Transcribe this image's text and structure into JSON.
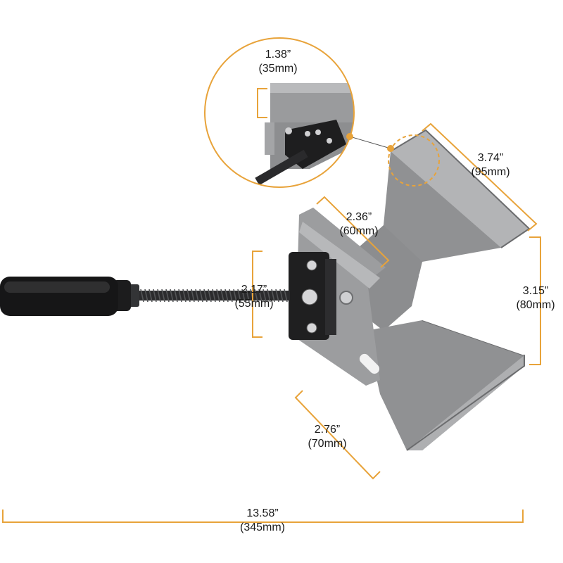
{
  "accent_color": "#E8A33A",
  "product_color": "#8E8F91",
  "dimensions": {
    "jaw_depth": {
      "imperial": "1.38”",
      "metric": "(35mm)"
    },
    "arm_length": {
      "imperial": "3.74”",
      "metric": "(95mm)"
    },
    "clamp_width": {
      "imperial": "2.36”",
      "metric": "(60mm)"
    },
    "clamp_height": {
      "imperial": "2.17”",
      "metric": "(55mm)"
    },
    "arm_height": {
      "imperial": "3.15”",
      "metric": "(80mm)"
    },
    "lower_arm": {
      "imperial": "2.76”",
      "metric": "(70mm)"
    },
    "overall_length": {
      "imperial": "13.58”",
      "metric": "(345mm)"
    }
  }
}
